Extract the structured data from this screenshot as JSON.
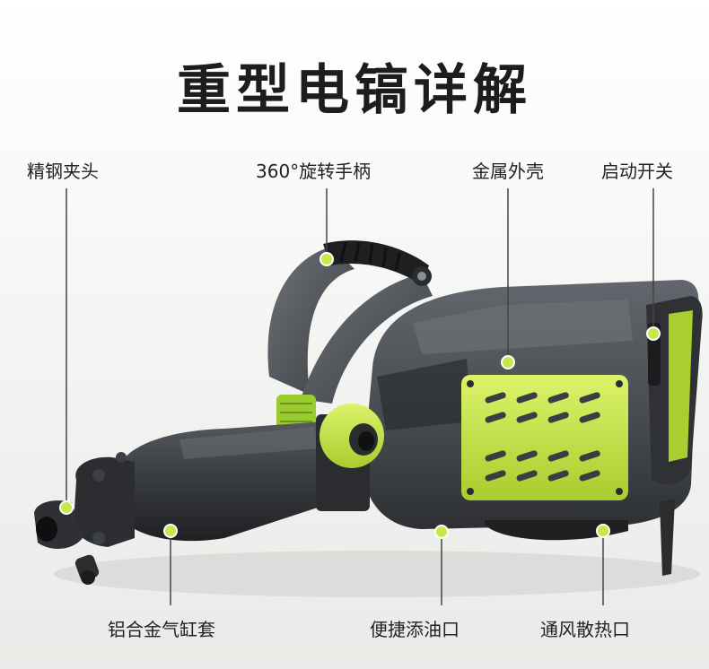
{
  "title": "重型电镐详解",
  "labels": {
    "chuck": "精钢夹头",
    "handle": "360°旋转手柄",
    "housing": "金属外壳",
    "switch": "启动开关",
    "cylinder": "铝合金气缸套",
    "oil_port": "便捷添油口",
    "vent": "通风散热口"
  },
  "colors": {
    "accent_green": "#c6e84a",
    "body_dark": "#3b3e42",
    "body_mid": "#5a5e63",
    "line": "#444444"
  }
}
